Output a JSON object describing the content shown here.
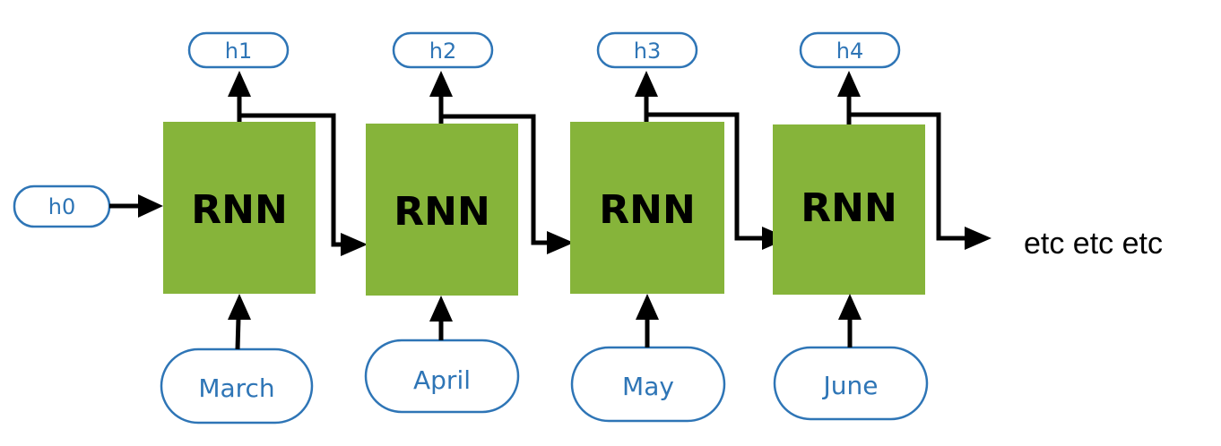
{
  "cells": [
    {
      "label": "RNN",
      "output": "h1",
      "input": "March"
    },
    {
      "label": "RNN",
      "output": "h2",
      "input": "April"
    },
    {
      "label": "RNN",
      "output": "h3",
      "input": "May"
    },
    {
      "label": "RNN",
      "output": "h4",
      "input": "June"
    }
  ],
  "initial_state": "h0",
  "continuation": "etc etc etc",
  "colors": {
    "rnn_fill": "#86b43a",
    "pill_stroke": "#2e75b6",
    "pill_text": "#2e75b6",
    "arrow": "#000000"
  }
}
